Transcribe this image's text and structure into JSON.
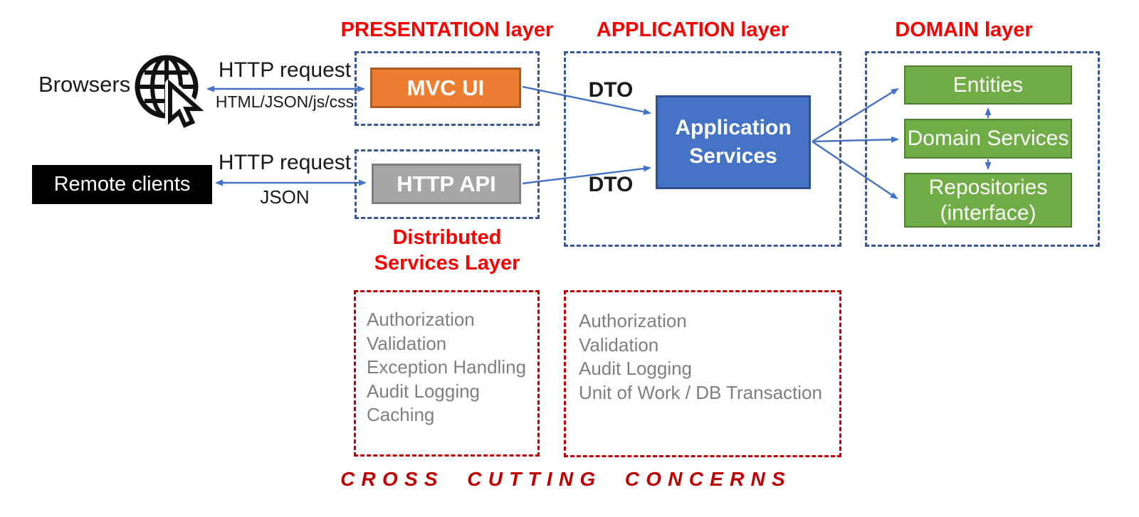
{
  "colors": {
    "arrow_blue": "#4472C4",
    "dashed_layer_blue": "#3A5795",
    "layer_title_red": "#FF0000",
    "cross_cutting_red": "#C00000",
    "mvc_ui_fill": "#ED7D31",
    "mvc_ui_border": "#AE5A21",
    "http_api_fill": "#A6A6A6",
    "http_api_border": "#7F7F7F",
    "application_services_fill": "#4472C4",
    "application_services_border": "#2F528F",
    "domain_green_fill": "#70AD47",
    "domain_green_border": "#507E32",
    "list_text_gray": "#7F7F7F",
    "remote_clients_fill": "#000000"
  },
  "titles": {
    "presentation": "PRESENTATION layer",
    "application": "APPLICATION layer",
    "domain": "DOMAIN layer",
    "distributed_services": "Distributed Services Layer",
    "cross_cutting": "CROSS CUTTING CONCERNS"
  },
  "clients": {
    "browsers": "Browsers",
    "remote_clients": "Remote clients"
  },
  "components": {
    "mvc_ui": "MVC UI",
    "http_api": "HTTP API",
    "application_services": "Application Services",
    "entities": "Entities",
    "domain_services": "Domain Services",
    "repositories": "Repositories (interface)"
  },
  "arrows": {
    "browser_request": "HTTP request",
    "browser_response": "HTML/JSON/js/css",
    "remote_request": "HTTP request",
    "remote_response": "JSON",
    "dto_top": "DTO",
    "dto_bottom": "DTO"
  },
  "cross_cutting": {
    "distributed_items": [
      "Authorization",
      "Validation",
      "Exception Handling",
      "Audit Logging",
      "Caching"
    ],
    "application_items": [
      "Authorization",
      "Validation",
      "Audit Logging",
      "Unit of Work / DB Transaction"
    ]
  }
}
